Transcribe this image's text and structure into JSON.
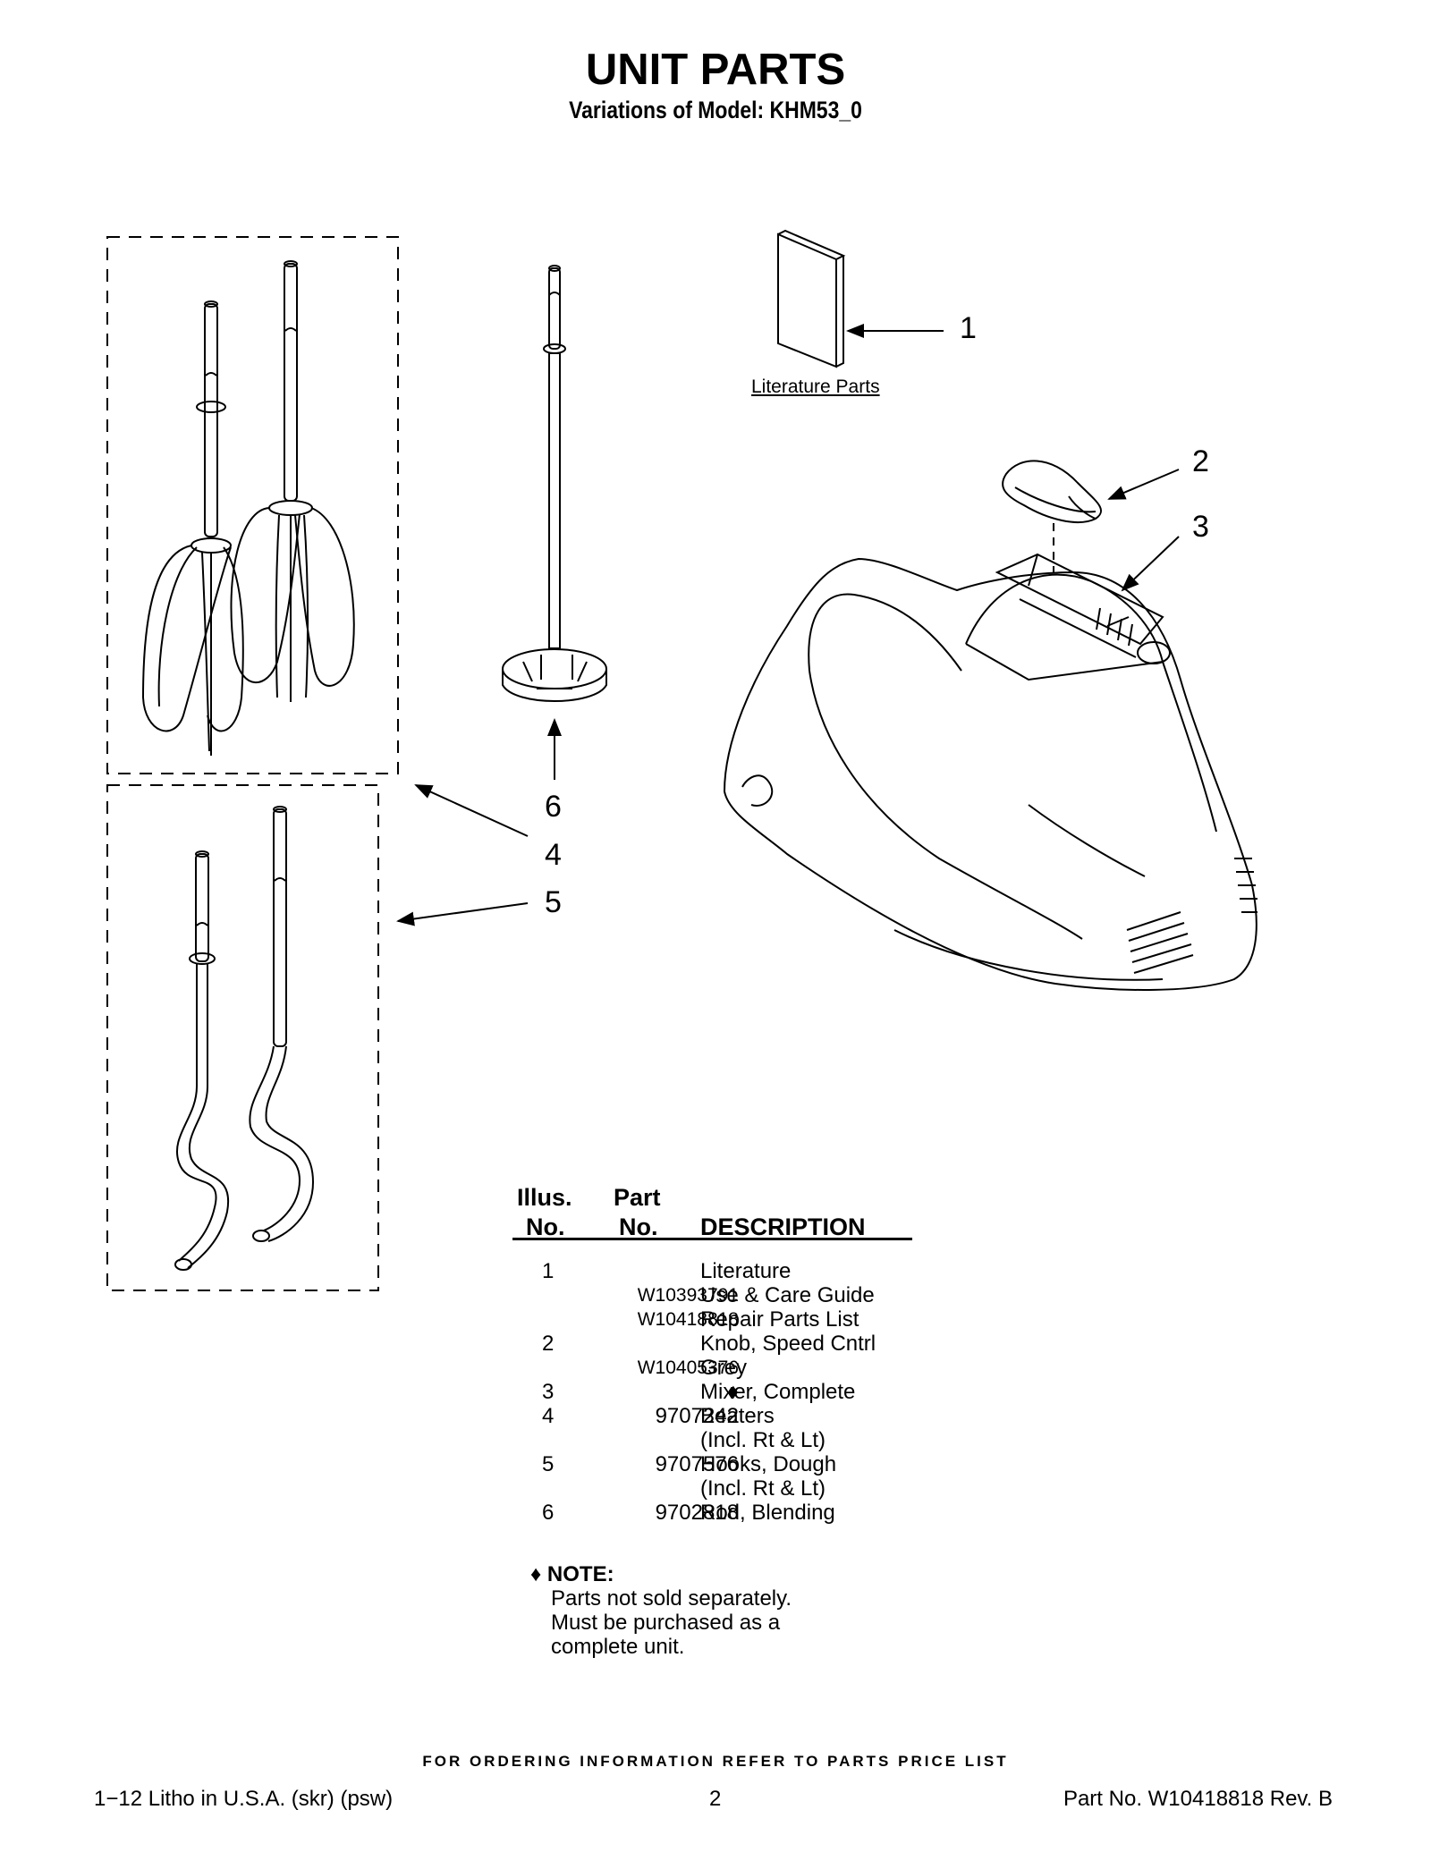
{
  "header": {
    "title": "UNIT PARTS",
    "subtitle": "Variations of Model: KHM53_0"
  },
  "diagram": {
    "callouts": [
      "1",
      "2",
      "3",
      "6",
      "4",
      "5"
    ],
    "literature_label": "Literature Parts"
  },
  "parts_table": {
    "headers": {
      "illus_line1": "Illus.",
      "illus_line2": "No.",
      "part_line1": "Part",
      "part_line2": "No.",
      "description": "DESCRIPTION"
    },
    "rows": [
      {
        "illus": "1",
        "part": "",
        "desc": "Literature"
      },
      {
        "illus": "",
        "part": "W10393791",
        "desc": "Use & Care Guide"
      },
      {
        "illus": "",
        "part": "W10418818",
        "desc": "Repair Parts List"
      },
      {
        "illus": "2",
        "part": "",
        "desc": "Knob, Speed Cntrl"
      },
      {
        "illus": "",
        "part": "W10405376",
        "desc": "Grey"
      },
      {
        "illus": "3",
        "part": "♦",
        "desc": "Mixer, Complete"
      },
      {
        "illus": "4",
        "part": "9707242",
        "desc": "Beaters"
      },
      {
        "illus": "",
        "part": "",
        "desc": "(Incl. Rt & Lt)"
      },
      {
        "illus": "5",
        "part": "9707576",
        "desc": "Hooks, Dough"
      },
      {
        "illus": "",
        "part": "",
        "desc": "(Incl. Rt & Lt)"
      },
      {
        "illus": "6",
        "part": "9702818",
        "desc": "Rod, Blending"
      }
    ]
  },
  "note": {
    "heading": "♦ NOTE:",
    "lines": [
      "Parts not sold separately.",
      "Must be purchased as a",
      "complete unit."
    ]
  },
  "footer": {
    "ordering": "FOR ORDERING INFORMATION REFER TO PARTS PRICE LIST",
    "left": "1−12 Litho in U.S.A. (skr) (psw)",
    "center": "2",
    "right": "Part No. W10418818 Rev. B"
  }
}
